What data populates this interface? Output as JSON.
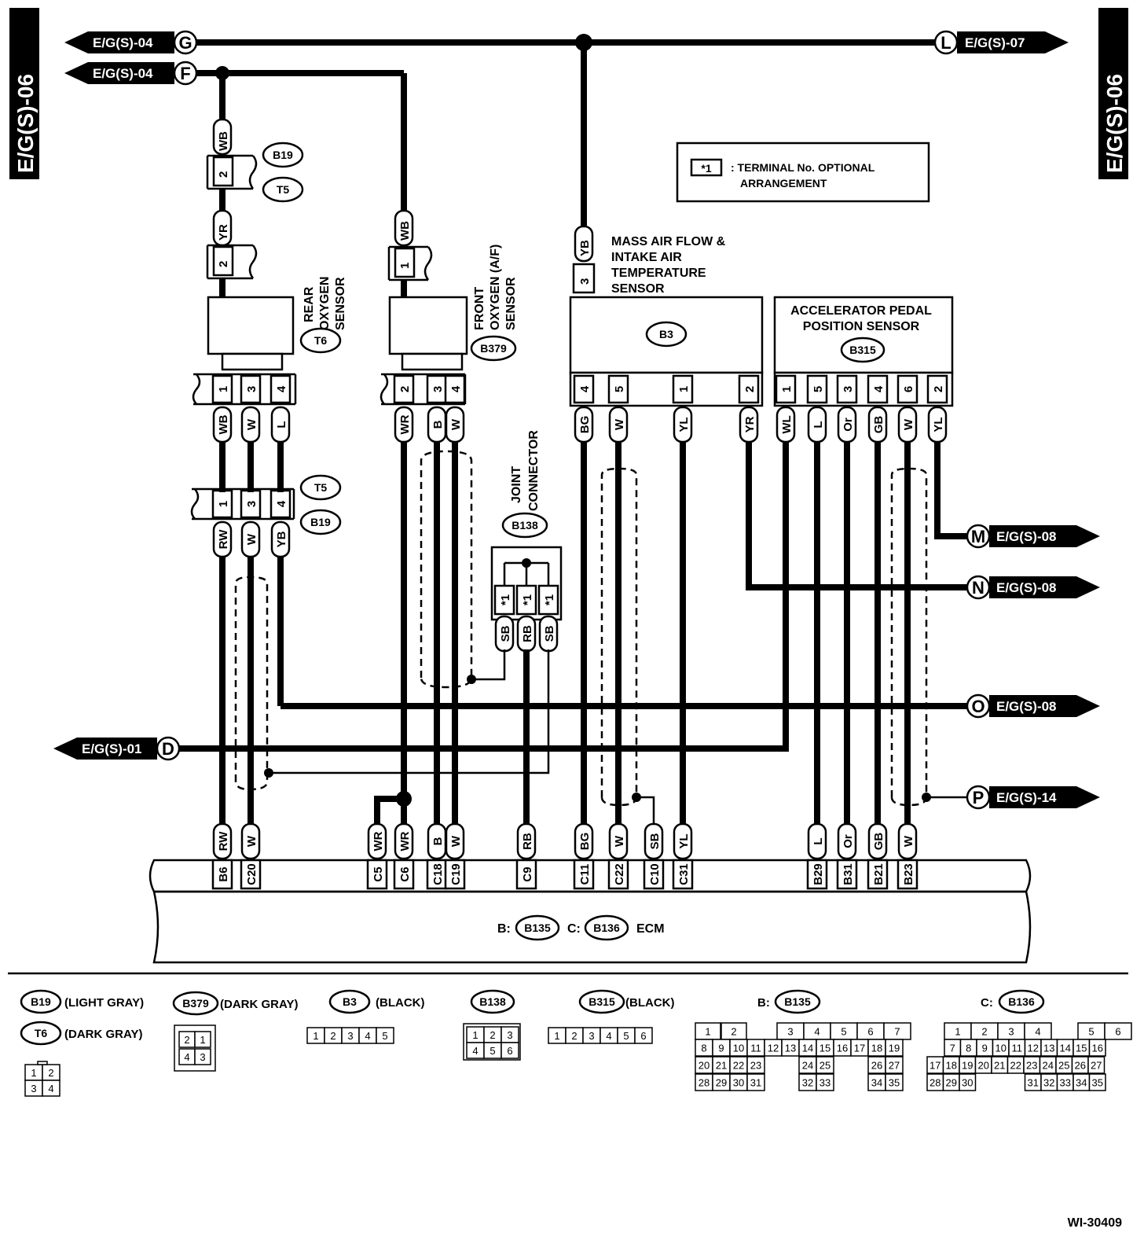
{
  "page": {
    "side_label_left": "E/G(S)-06",
    "side_label_right": "E/G(S)-06",
    "figure_id": "WI-30409"
  },
  "connections": {
    "G": {
      "letter": "G",
      "text": "E/G(S)-04"
    },
    "F": {
      "letter": "F",
      "text": "E/G(S)-04"
    },
    "L": {
      "letter": "L",
      "text": "E/G(S)-07"
    },
    "M": {
      "letter": "M",
      "text": "E/G(S)-08"
    },
    "N": {
      "letter": "N",
      "text": "E/G(S)-08"
    },
    "O": {
      "letter": "O",
      "text": "E/G(S)-08"
    },
    "D": {
      "letter": "D",
      "text": "E/G(S)-01"
    },
    "P": {
      "letter": "P",
      "text": "E/G(S)-14"
    }
  },
  "note": {
    "symbol": "*1",
    "line1": ": TERMINAL No. OPTIONAL",
    "line2": "ARRANGEMENT"
  },
  "components": {
    "rear_o2": {
      "line1": "REAR",
      "line2": "OXYGEN",
      "line3": "SENSOR",
      "id": "T6"
    },
    "front_o2": {
      "line1": "FRONT",
      "line2": "OXYGEN (A/F)",
      "line3": "SENSOR",
      "id": "B379"
    },
    "maf": {
      "line1": "MASS AIR FLOW &",
      "line2": "INTAKE AIR",
      "line3": "TEMPERATURE",
      "line4": "SENSOR",
      "id": "B3"
    },
    "app": {
      "line1": "ACCELERATOR PEDAL",
      "line2": "POSITION SENSOR",
      "id": "B315"
    },
    "joint": {
      "line1": "JOINT",
      "line2": "CONNECTOR",
      "id": "B138"
    },
    "ecm": {
      "prefix_b": "B:",
      "id_b": "B135",
      "prefix_c": "C:",
      "id_c": "B136",
      "name": "ECM"
    }
  },
  "connector_ids": {
    "b19": "B19",
    "t5": "T5"
  },
  "wire_labels": {
    "f_top": "WB",
    "rear_mid": "YR",
    "front_top": "WB",
    "maf_top": "YB",
    "rear_pins": [
      "WB",
      "W",
      "L"
    ],
    "rear_pins2": [
      "RW",
      "W",
      "YB"
    ],
    "front_pins": [
      "WR",
      "B",
      "W"
    ],
    "maf_pins": [
      "BG",
      "W",
      "YL",
      "YR"
    ],
    "app_pins": [
      "WL",
      "L",
      "Or",
      "GB",
      "W",
      "YL"
    ],
    "joint_pins": [
      "SB",
      "RB",
      "SB"
    ],
    "ecm_wires": [
      "RW",
      "W",
      "WR",
      "WR",
      "B",
      "W",
      "RB",
      "BG",
      "W",
      "SB",
      "YL",
      "L",
      "Or",
      "GB",
      "W"
    ]
  },
  "pin_numbers": {
    "rear_b19_top": "2",
    "rear_t6_top": "2",
    "front_top": "1",
    "maf_top": "3",
    "rear_pins": [
      "1",
      "3",
      "4"
    ],
    "rear_pins2": [
      "1",
      "3",
      "4"
    ],
    "front_pins": [
      "2",
      "3",
      "4"
    ],
    "maf_pins": [
      "4",
      "5",
      "1",
      "2"
    ],
    "app_pins": [
      "1",
      "5",
      "3",
      "4",
      "6",
      "2"
    ],
    "joint_pins": [
      "*1",
      "*1",
      "*1"
    ],
    "ecm_terminals": [
      "B6",
      "C20",
      "C5",
      "C6",
      "C18",
      "C19",
      "C9",
      "C11",
      "C22",
      "C10",
      "C31",
      "B29",
      "B31",
      "B21",
      "B23"
    ]
  },
  "legend": {
    "b19": {
      "id": "B19",
      "color": "(LIGHT GRAY)"
    },
    "t6": {
      "id": "T6",
      "color": "(DARK GRAY)",
      "cells": [
        "1",
        "2",
        "3",
        "4"
      ]
    },
    "b379": {
      "id": "B379",
      "color": "(DARK GRAY)",
      "cells": [
        "2",
        "1",
        "4",
        "3"
      ]
    },
    "b3": {
      "id": "B3",
      "color": "(BLACK)",
      "cells": [
        "1",
        "2",
        "3",
        "4",
        "5"
      ]
    },
    "b138": {
      "id": "B138",
      "cells": [
        "1",
        "2",
        "3",
        "4",
        "5",
        "6"
      ]
    },
    "b315": {
      "id": "B315",
      "color": "(BLACK)",
      "cells": [
        "1",
        "2",
        "3",
        "4",
        "5",
        "6"
      ]
    },
    "b135": {
      "prefix": "B:",
      "id": "B135",
      "row1": [
        "1",
        "2",
        "",
        "3",
        "4",
        "5",
        "6",
        "7"
      ],
      "row2": [
        "8",
        "9",
        "10",
        "11",
        "12",
        "13",
        "14",
        "15",
        "16",
        "17",
        "18",
        "19"
      ],
      "row3": [
        "20",
        "21",
        "22",
        "23",
        "",
        "",
        "24",
        "25",
        "",
        "",
        "26",
        "27"
      ],
      "row4": [
        "28",
        "29",
        "30",
        "31",
        "",
        "",
        "32",
        "33",
        "",
        "",
        "34",
        "35"
      ]
    },
    "b136": {
      "prefix": "C:",
      "id": "B136",
      "row1": [
        "1",
        "2",
        "3",
        "4",
        "",
        "5",
        "6"
      ],
      "row2": [
        "7",
        "8",
        "9",
        "10",
        "11",
        "12",
        "13",
        "14",
        "15",
        "16"
      ],
      "row3": [
        "17",
        "18",
        "19",
        "20",
        "21",
        "22",
        "23",
        "24",
        "25",
        "26",
        "27"
      ],
      "row4": [
        "28",
        "29",
        "30",
        "",
        "",
        "31",
        "32",
        "33",
        "34",
        "35"
      ]
    }
  }
}
